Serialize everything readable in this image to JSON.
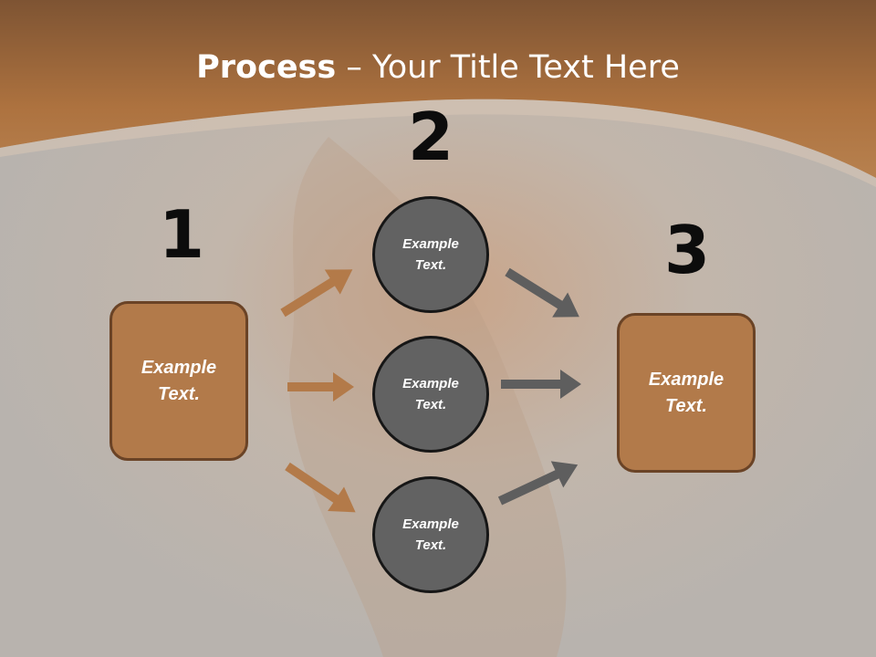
{
  "slide": {
    "title_bold": "Process",
    "title_rest": " – Your Title Text Here"
  },
  "steps": {
    "step1": {
      "number": "1",
      "text": "Example Text."
    },
    "step2": {
      "number": "2",
      "circles": [
        "Example Text.",
        "Example Text.",
        "Example Text."
      ]
    },
    "step3": {
      "number": "3",
      "text": "Example Text."
    }
  },
  "colors": {
    "header": "#a86c3c",
    "box_fill": "#b27a4a",
    "box_border": "#6a4326",
    "circle_fill": "#626262",
    "orange_arrow": "#b37a49",
    "gray_arrow": "#5e5e5e"
  }
}
